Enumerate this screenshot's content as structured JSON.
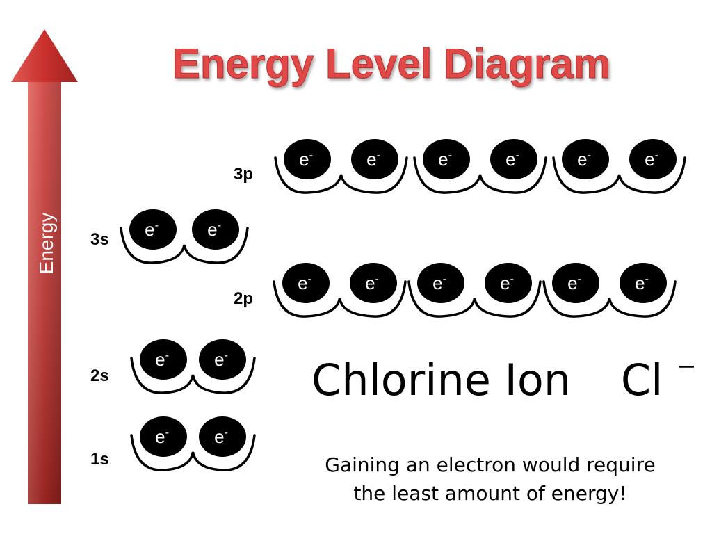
{
  "title": "Energy Level Diagram",
  "axis": {
    "label": "Energy",
    "color": "#c0392b"
  },
  "colors": {
    "title": "#e04a47",
    "electron": "#000000"
  },
  "electron_label": {
    "base": "e",
    "sup": "-"
  },
  "levels": [
    {
      "name": "3p",
      "orbitals": 3,
      "electrons_per_orbital": 2
    },
    {
      "name": "3s",
      "orbitals": 1,
      "electrons_per_orbital": 2
    },
    {
      "name": "2p",
      "orbitals": 3,
      "electrons_per_orbital": 2
    },
    {
      "name": "2s",
      "orbitals": 1,
      "electrons_per_orbital": 2
    },
    {
      "name": "1s",
      "orbitals": 1,
      "electrons_per_orbital": 2
    }
  ],
  "ion": {
    "name": "Chlorine Ion",
    "symbol": "Cl",
    "charge": "−"
  },
  "caption": {
    "line1": "Gaining an electron would require",
    "line2": "the least amount of energy!"
  }
}
